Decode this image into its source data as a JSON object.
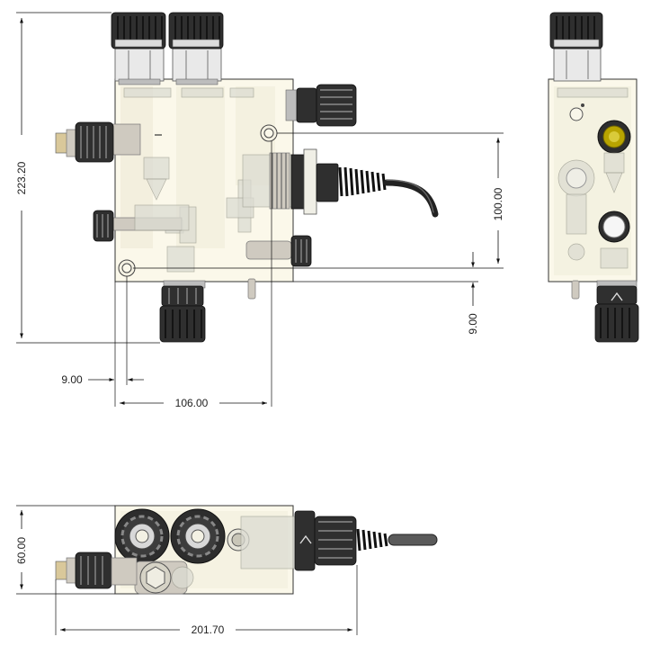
{
  "dimensions": {
    "height_total": "223.20",
    "hole_spacing_vertical": "100.00",
    "hole_offset_bottom": "9.00",
    "hole_offset_left": "9.00",
    "hole_spacing_horizontal": "106.00",
    "depth": "60.00",
    "width_total": "201.70"
  },
  "colors": {
    "block": "#fbf8ea",
    "dark_part": "#2f2f2f",
    "yellow_float": "#b8a400"
  }
}
